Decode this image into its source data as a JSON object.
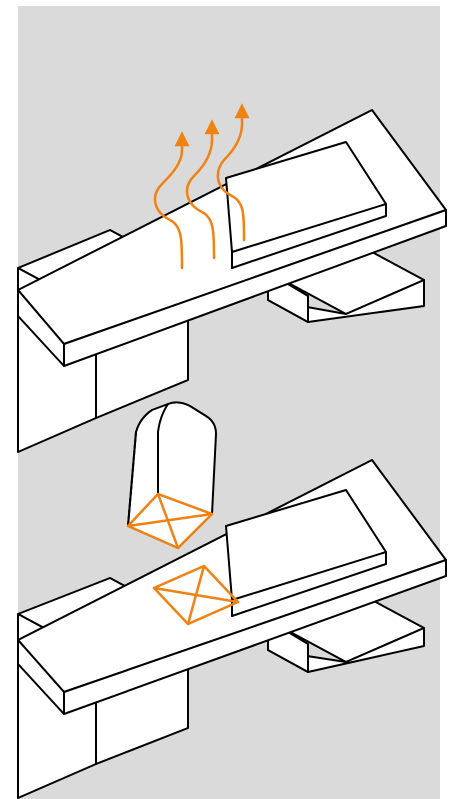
{
  "colors": {
    "background": "#dadada",
    "line": "#000000",
    "surface": "#ffffff",
    "accent": "#f08214"
  },
  "panels": [
    {
      "id": "top-panel",
      "content": "heat-rising-from-surface",
      "arrow_count": 3
    },
    {
      "id": "bottom-panel",
      "content": "box-placed-on-surface",
      "marker": "x-square"
    }
  ]
}
